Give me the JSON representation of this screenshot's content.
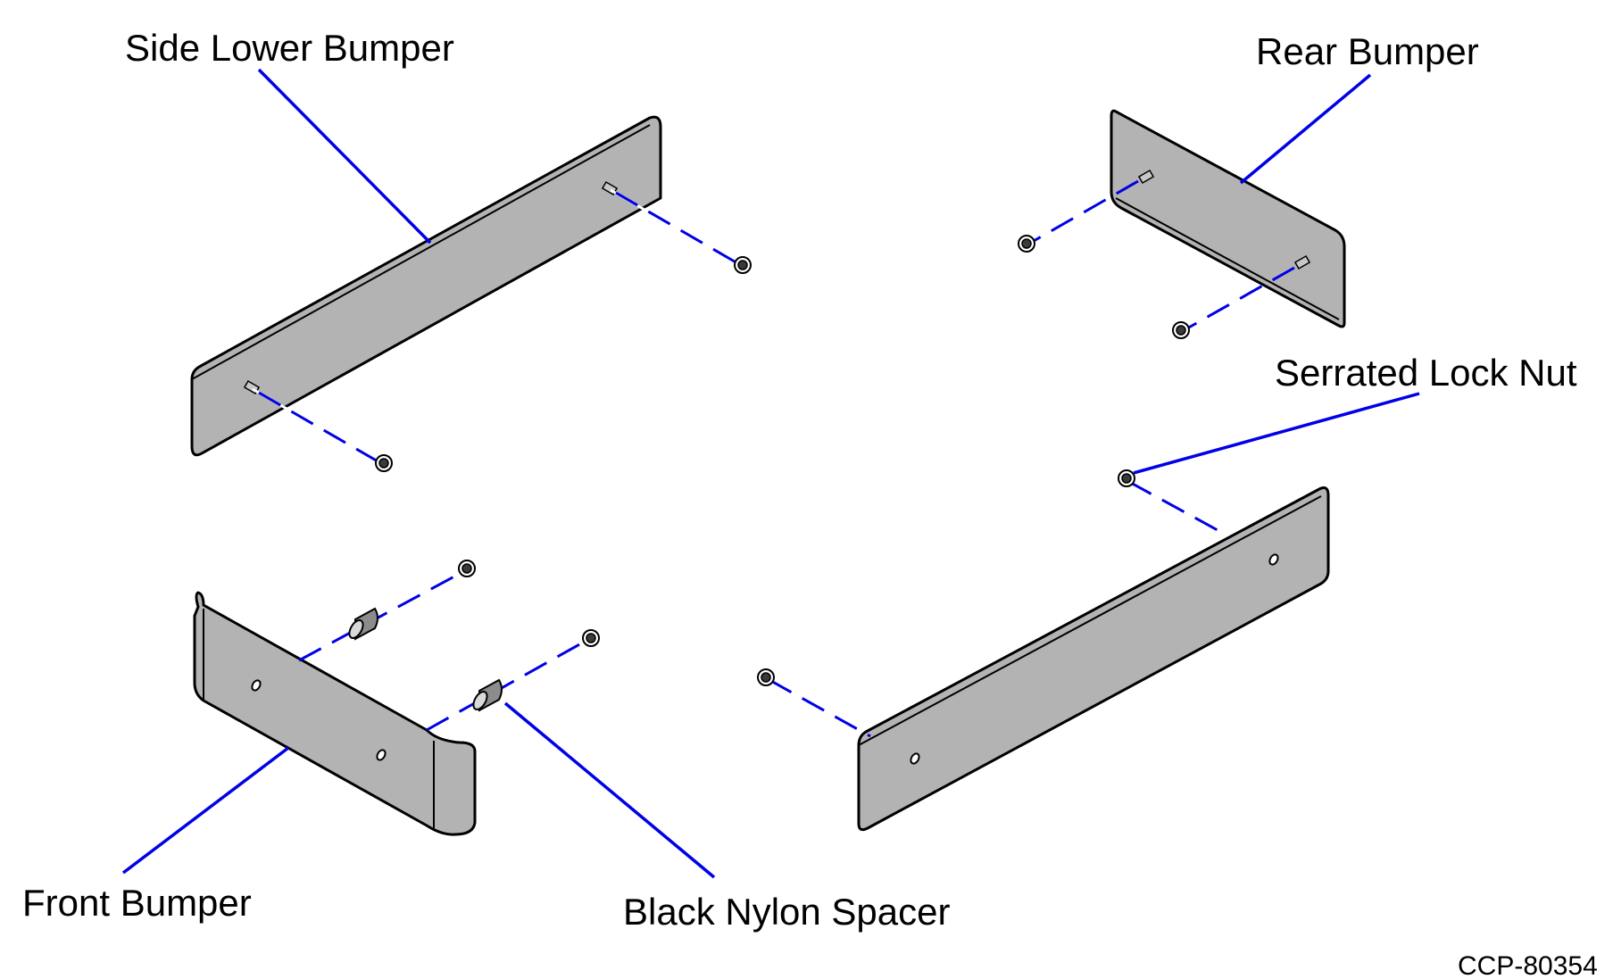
{
  "labels": {
    "side_lower_bumper": "Side Lower Bumper",
    "rear_bumper": "Rear Bumper",
    "serrated_lock_nut": "Serrated Lock Nut",
    "front_bumper": "Front Bumper",
    "black_nylon_spacer": "Black Nylon Spacer"
  },
  "figure_code": "CCP-80354",
  "colors": {
    "leader_line": "#0000e6",
    "panel_fill": "#b3b3b3",
    "outline": "#000000",
    "background": "#ffffff"
  }
}
